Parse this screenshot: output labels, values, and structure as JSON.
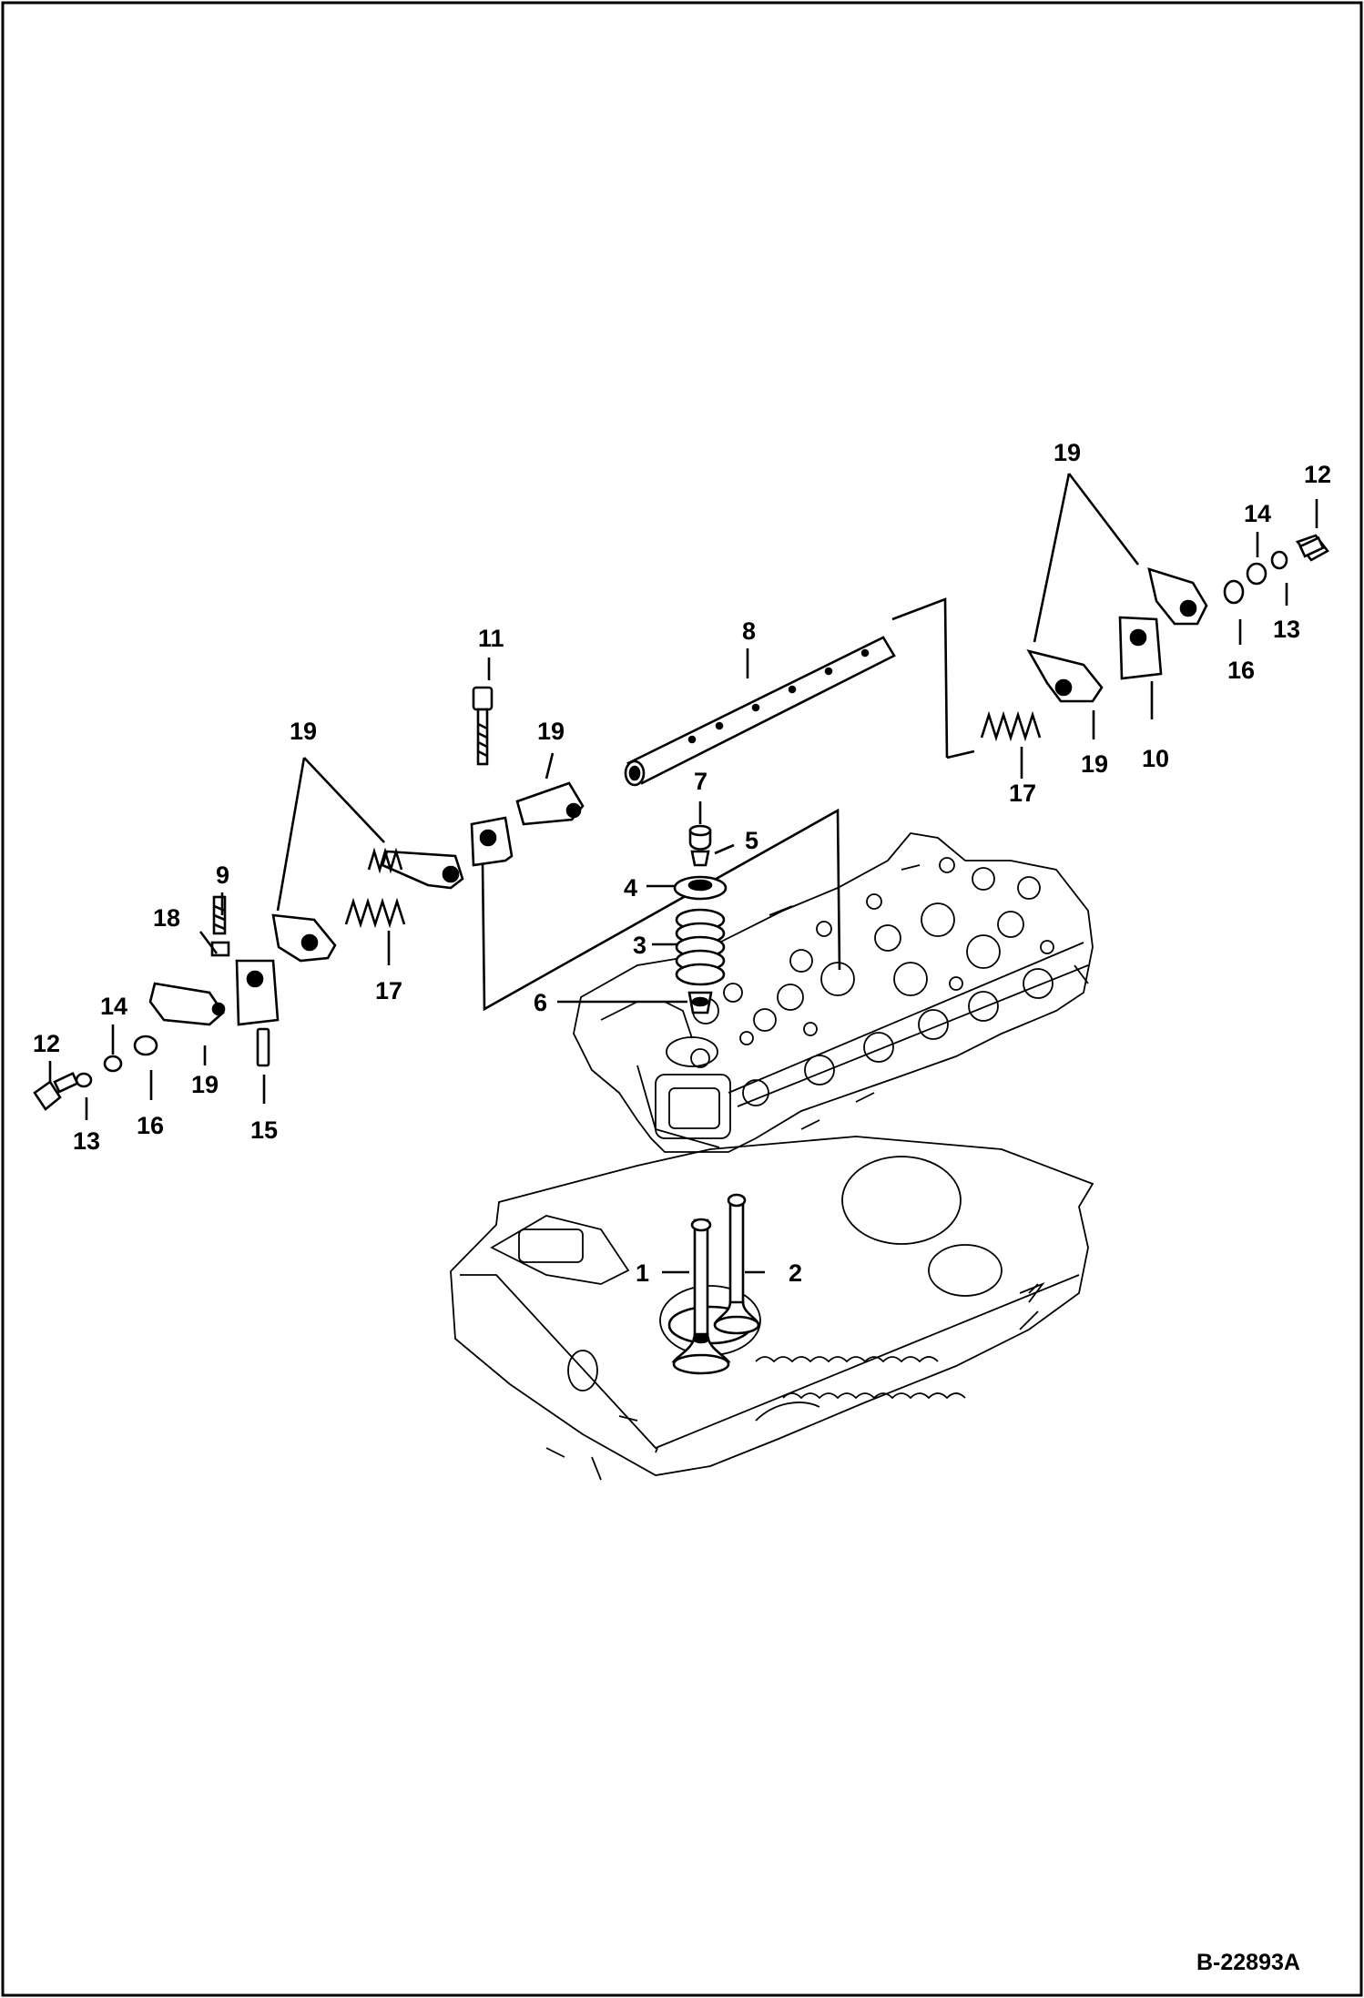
{
  "diagram": {
    "reference_code": "B-22893A",
    "callouts": {
      "c1": "1",
      "c2": "2",
      "c3": "3",
      "c4": "4",
      "c5": "5",
      "c6": "6",
      "c7": "7",
      "c8": "8",
      "c9": "9",
      "c10": "10",
      "c11": "11",
      "c12_left": "12",
      "c12_right": "12",
      "c13_left": "13",
      "c13_right": "13",
      "c14_left": "14",
      "c14_right": "14",
      "c15": "15",
      "c16_left": "16",
      "c16_right": "16",
      "c17_left": "17",
      "c17_right": "17",
      "c18": "18",
      "c19_left_pair": "19",
      "c19_left_single": "19",
      "c19_left_bottom": "19",
      "c19_right_pair": "19",
      "c19_right_bottom": "19"
    }
  }
}
